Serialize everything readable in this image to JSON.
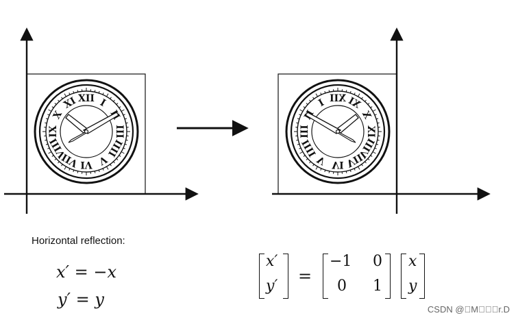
{
  "caption": "Horizontal reflection:",
  "equations": {
    "x_lhs": "x′",
    "x_rhs": "−x",
    "y_lhs": "y′",
    "y_rhs": "y",
    "eq_sign": "="
  },
  "matrix_equation": {
    "lhs_vector": [
      "x′",
      "y′"
    ],
    "matrix": [
      [
        "−1",
        "0"
      ],
      [
        "0",
        "1"
      ]
    ],
    "rhs_vector": [
      "x",
      "y"
    ],
    "eq_sign": "="
  },
  "clock": {
    "numerals": [
      "XII",
      "I",
      "II",
      "III",
      "IIII",
      "V",
      "VI",
      "VII",
      "VIII",
      "IX",
      "X",
      "XI"
    ]
  },
  "watermark": "CSDN @\u0000M\u0000\u0000\u0000r.D",
  "colors": {
    "ink": "#111111",
    "face": "#ffffff"
  }
}
